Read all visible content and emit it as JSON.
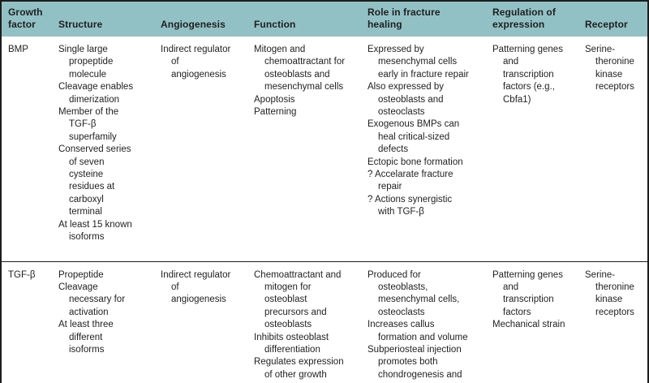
{
  "colors": {
    "header_bg": "#92c1c5",
    "border": "#1c1c1c",
    "text": "#1f1f1f",
    "body_bg": "#ffffff"
  },
  "table": {
    "description": "Growth factors table",
    "columns": [
      {
        "label": "Growth factor",
        "lines": [
          "Growth",
          "factor"
        ]
      },
      {
        "label": "Structure",
        "lines": [
          "Structure"
        ]
      },
      {
        "label": "Angiogenesis",
        "lines": [
          "Angiogenesis"
        ]
      },
      {
        "label": "Function",
        "lines": [
          "Function"
        ]
      },
      {
        "label": "Role in fracture healing",
        "lines": [
          "Role in fracture",
          "healing"
        ]
      },
      {
        "label": "Regulation of expression",
        "lines": [
          "Regulation of",
          "expression"
        ]
      },
      {
        "label": "Receptor",
        "lines": [
          "Receptor"
        ]
      }
    ],
    "rows": [
      {
        "id": "BMP",
        "cells": [
          [
            [
              "BMP"
            ]
          ],
          [
            [
              "Single large",
              "propeptide",
              "molecule"
            ],
            [
              "Cleavage enables",
              "dimerization"
            ],
            [
              "Member of the",
              "TGF-β",
              "superfamily"
            ],
            [
              "Conserved series",
              "of seven",
              "cysteine",
              "residues at",
              "carboxyl",
              "terminal"
            ],
            [
              "At least 15 known",
              "isoforms"
            ]
          ],
          [
            [
              "Indirect regulator",
              "of",
              "angiogenesis"
            ]
          ],
          [
            [
              "Mitogen and",
              "chemoattractant for",
              "osteoblasts and",
              "mesenchymal cells"
            ],
            [
              "Apoptosis"
            ],
            [
              "Patterning"
            ]
          ],
          [
            [
              "Expressed by",
              "mesenchymal cells",
              "early in fracture repair"
            ],
            [
              "Also expressed by",
              "osteoblasts and",
              "osteoclasts"
            ],
            [
              "Exogenous BMPs can",
              "heal critical-sized",
              "defects"
            ],
            [
              "Ectopic bone formation"
            ],
            [
              "? Accelarate fracture",
              "repair"
            ],
            [
              "? Actions synergistic",
              "with TGF-β"
            ]
          ],
          [
            [
              "Patterning genes",
              "and",
              "transcription",
              "factors (e.g.,",
              "Cbfa1)"
            ]
          ],
          [
            [
              "Serine-",
              "theronine",
              "kinase",
              "receptors"
            ]
          ]
        ]
      },
      {
        "id": "TGF-β",
        "cells": [
          [
            [
              "TGF-β"
            ]
          ],
          [
            [
              "Propeptide"
            ],
            [
              "Cleavage",
              "necessary for",
              "activation"
            ],
            [
              "At least three",
              "different",
              "isoforms"
            ]
          ],
          [
            [
              "Indirect regulator",
              "of",
              "angiogenesis"
            ]
          ],
          [
            [
              "Chemoattractant and",
              "mitogen for",
              "osteoblast",
              "precursors and",
              "osteoblasts"
            ],
            [
              "Inhibits osteoblast",
              "differentiation"
            ],
            [
              "Regulates expression",
              "of other growth"
            ]
          ],
          [
            [
              "Produced for",
              "osteoblasts,",
              "mesenchymal cells,",
              "osteoclasts"
            ],
            [
              "Increases callus",
              "formation and volume"
            ],
            [
              "Subperiosteal injection",
              "promotes both",
              "chondrogenesis and"
            ]
          ],
          [
            [
              "Patterning genes",
              "and",
              "transcription",
              "factors"
            ],
            [
              "Mechanical strain"
            ]
          ],
          [
            [
              "Serine-",
              "theronine",
              "kinase",
              "receptors"
            ]
          ]
        ]
      }
    ]
  }
}
